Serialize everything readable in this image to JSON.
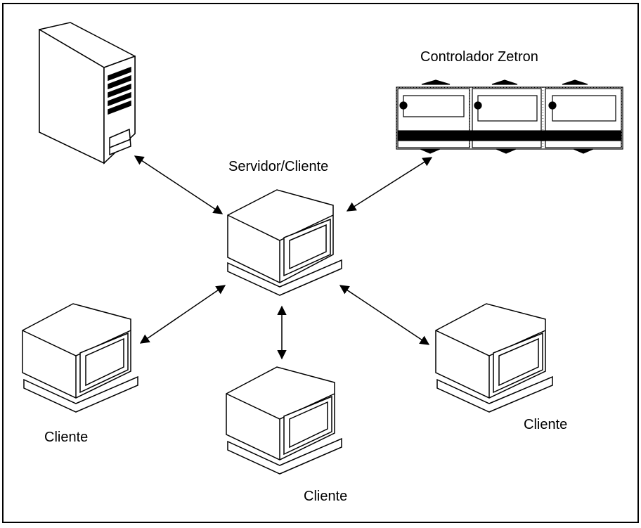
{
  "diagram": {
    "labels": {
      "controller": "Controlador Zetron",
      "server_client": "Servidor/Cliente",
      "client_left": "Cliente",
      "client_bottom": "Cliente",
      "client_right": "Cliente"
    }
  }
}
